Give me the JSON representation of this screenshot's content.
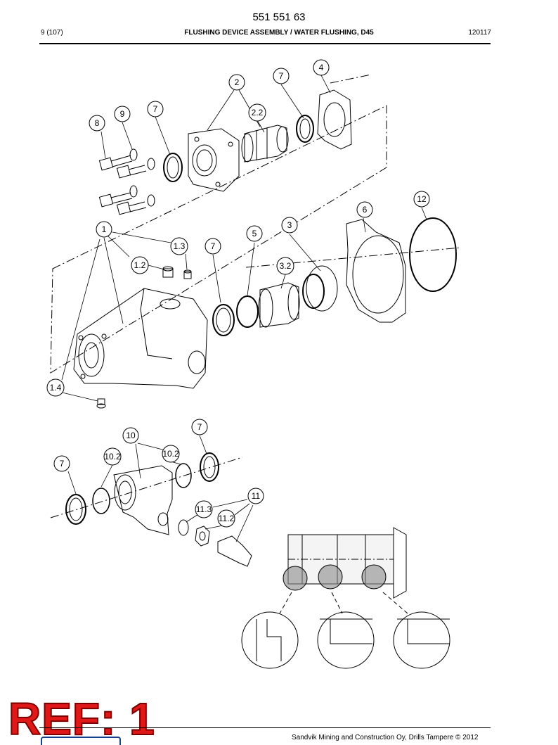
{
  "header": {
    "doc_number": "551 551 63",
    "page": "9 (107)",
    "title": "FLUSHING DEVICE ASSEMBLY / WATER FLUSHING, D45",
    "code": "120117"
  },
  "callouts": [
    "4",
    "7",
    "2",
    "2.2",
    "7",
    "9",
    "8",
    "12",
    "6",
    "3",
    "5",
    "1",
    "1.3",
    "7",
    "1.2",
    "3.2",
    "1.4",
    "7",
    "10",
    "10.2",
    "10.2",
    "7",
    "11",
    "11.3",
    "11.2"
  ],
  "stamp": {
    "text": "REF: 1"
  },
  "footer": {
    "copyright": "Sandvik Mining and Construction Oy, Drills Tampere © 2012"
  },
  "colors": {
    "stamp_fill": "#e01818",
    "stamp_outline": "#7a0000",
    "logo_blue": "#1b3f8f",
    "seal_highlight": "#8a8a8a"
  }
}
